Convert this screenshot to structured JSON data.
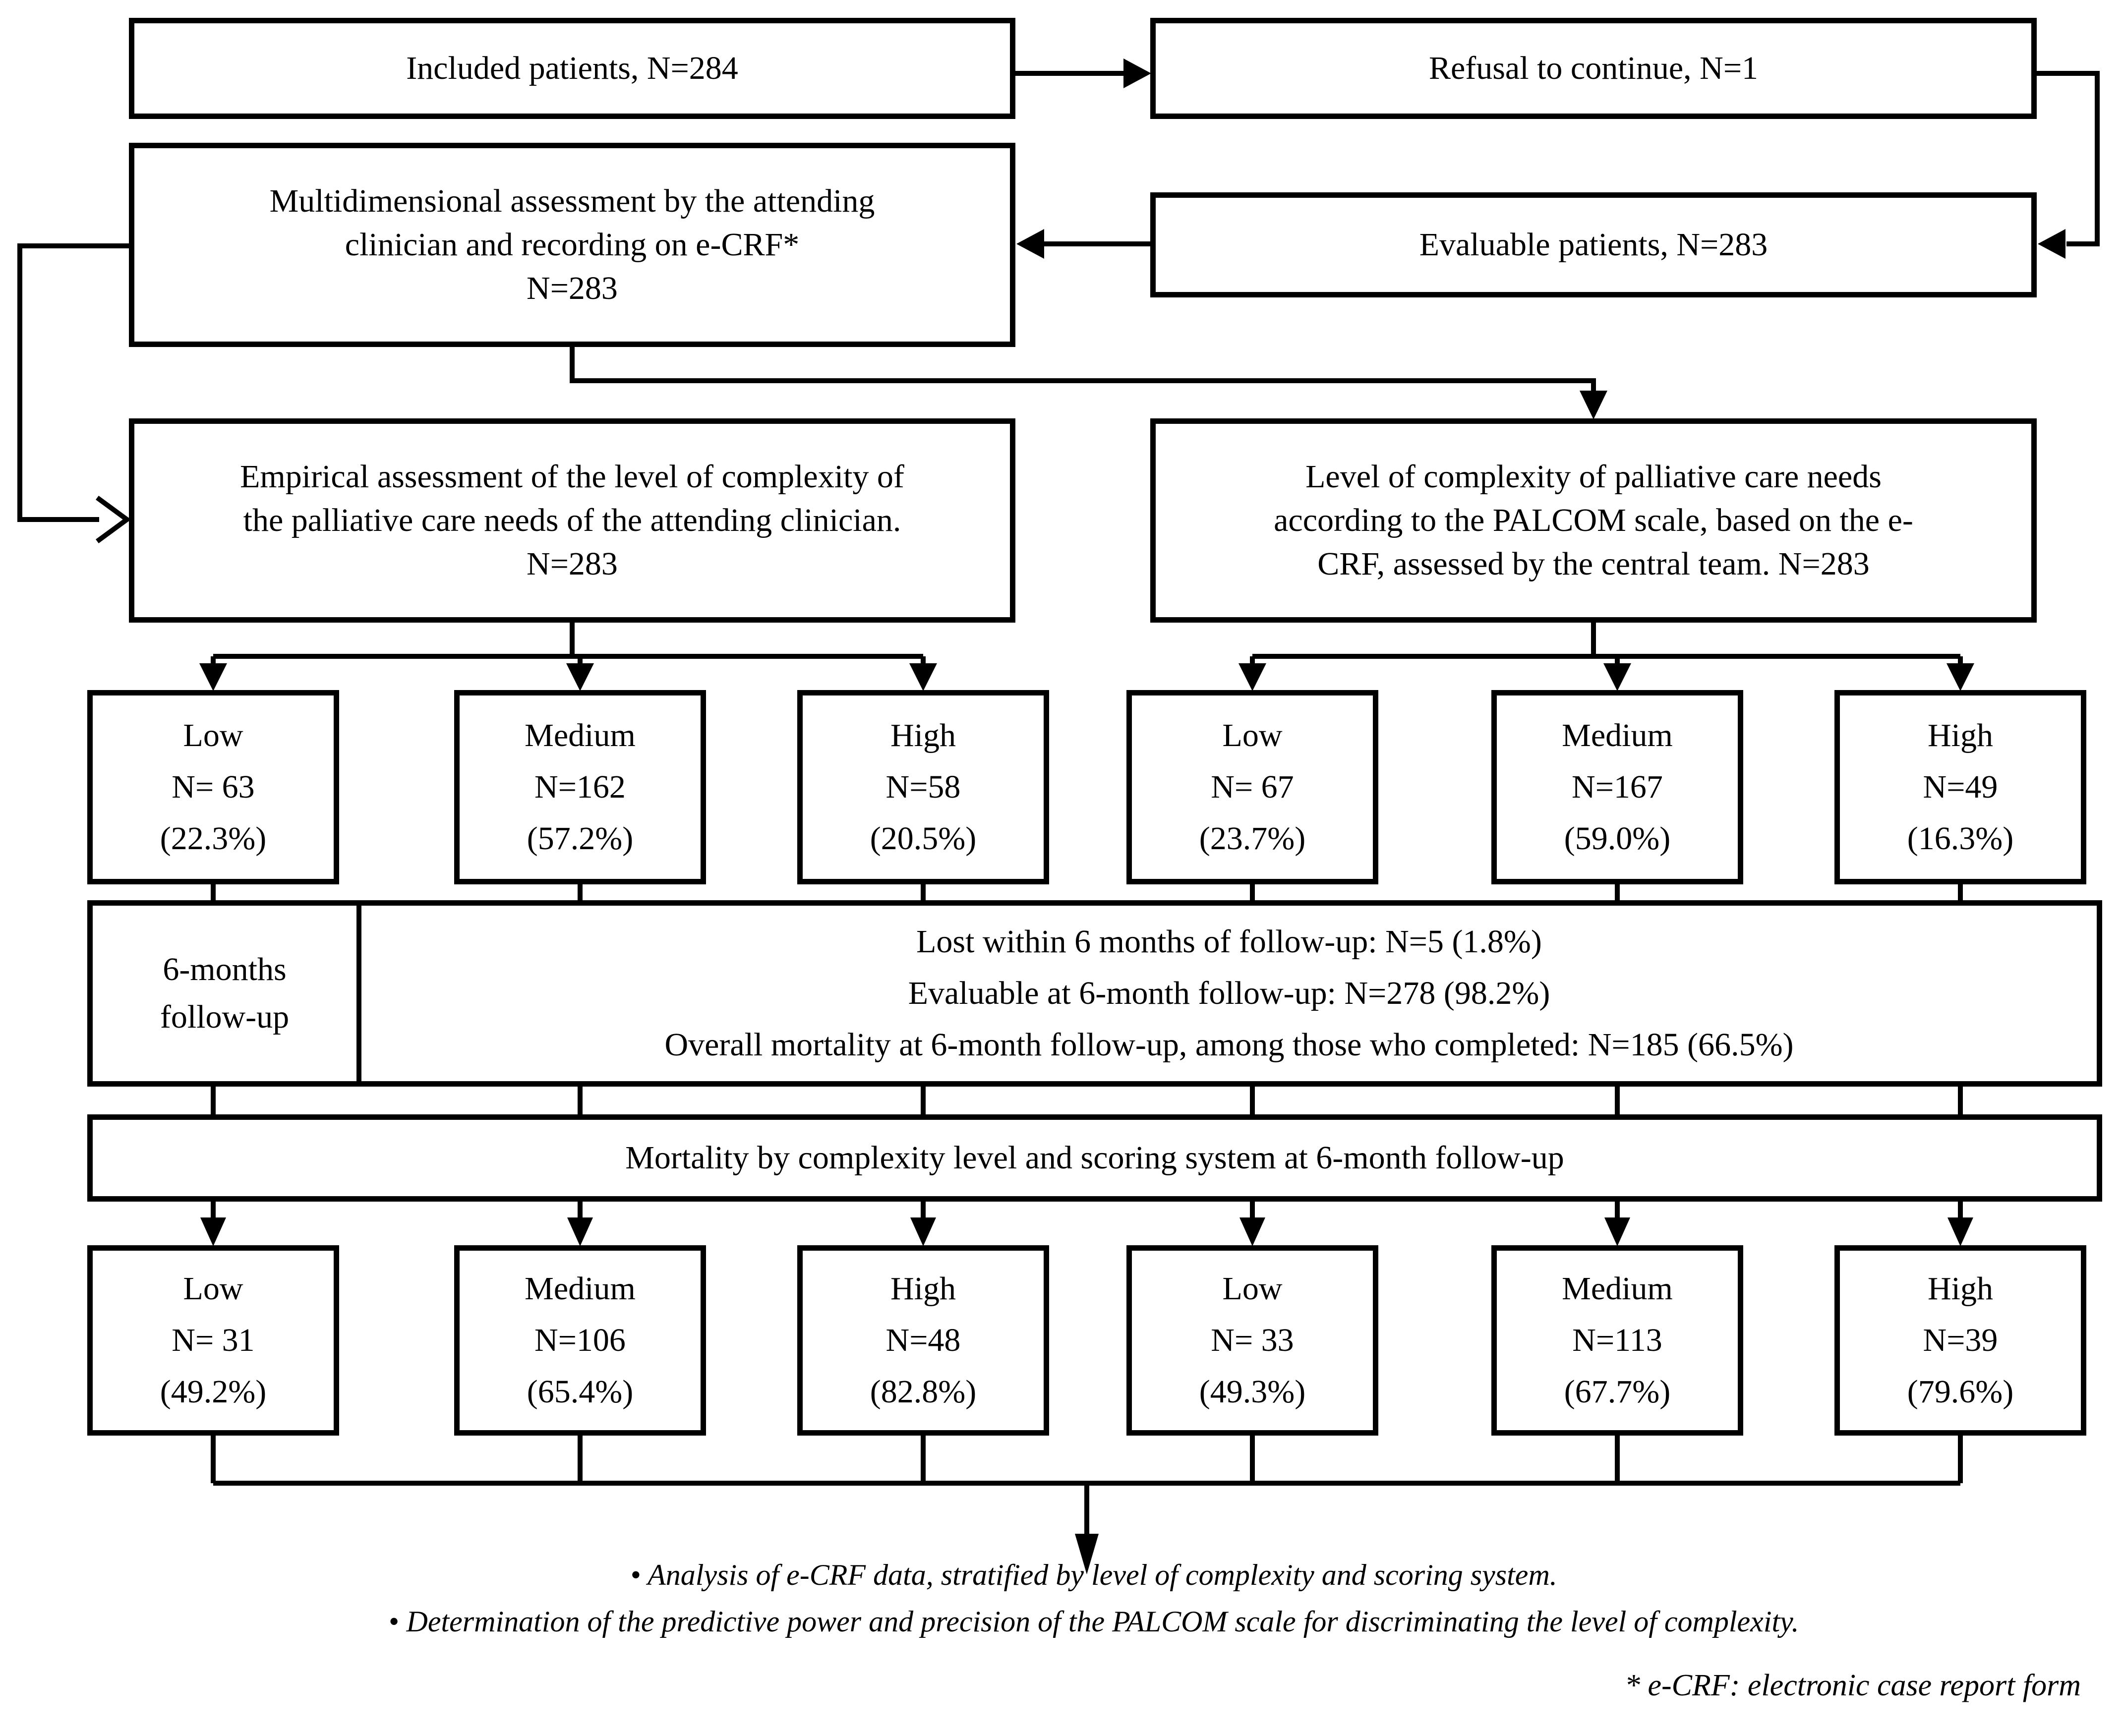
{
  "colors": {
    "background": "#ffffff",
    "line": "#000000",
    "text": "#000000"
  },
  "flow": {
    "included": "Included patients, N=284",
    "refusal": "Refusal to continue, N=1",
    "multidimensional": [
      "Multidimensional assessment by the attending",
      "clinician and recording on e-CRF*",
      "N=283"
    ],
    "evaluable": "Evaluable patients, N=283",
    "empirical": [
      "Empirical assessment of the level of complexity of",
      "the palliative care needs of the attending clinician.",
      "N=283"
    ],
    "palcom": [
      "Level of complexity of palliative care needs",
      "according to the PALCOM scale, based on the e-",
      "CRF, assessed by the central team. N=283"
    ]
  },
  "classification": {
    "empirical": [
      {
        "level": "Low",
        "n": "N= 63",
        "pct": "(22.3%)"
      },
      {
        "level": "Medium",
        "n": "N=162",
        "pct": "(57.2%)"
      },
      {
        "level": "High",
        "n": "N=58",
        "pct": "(20.5%)"
      }
    ],
    "palcom": [
      {
        "level": "Low",
        "n": "N= 67",
        "pct": "(23.7%)"
      },
      {
        "level": "Medium",
        "n": "N=167",
        "pct": "(59.0%)"
      },
      {
        "level": "High",
        "n": "N=49",
        "pct": "(16.3%)"
      }
    ]
  },
  "followup": {
    "label": [
      "6-months",
      "follow-up"
    ],
    "info": [
      "Lost within 6 months of follow-up: N=5 (1.8%)",
      "Evaluable at 6-month follow-up: N=278 (98.2%)",
      "Overall mortality at 6-month follow-up, among those who completed: N=185 (66.5%)"
    ]
  },
  "mortality": {
    "banner": "Mortality by complexity level and scoring system at 6-month follow-up",
    "empirical": [
      {
        "level": "Low",
        "n": "N= 31",
        "pct": "(49.2%)"
      },
      {
        "level": "Medium",
        "n": "N=106",
        "pct": "(65.4%)"
      },
      {
        "level": "High",
        "n": "N=48",
        "pct": "(82.8%)"
      }
    ],
    "palcom": [
      {
        "level": "Low",
        "n": "N= 33",
        "pct": "(49.3%)"
      },
      {
        "level": "Medium",
        "n": "N=113",
        "pct": "(67.7%)"
      },
      {
        "level": "High",
        "n": "N=39",
        "pct": "(79.6%)"
      }
    ]
  },
  "notes": {
    "bullets": [
      "• Analysis of e-CRF data, stratified by level of complexity and scoring system.",
      "• Determination of the predictive power and precision of the PALCOM scale for discriminating the level of complexity."
    ],
    "footnote": "* e-CRF: electronic case report form"
  }
}
